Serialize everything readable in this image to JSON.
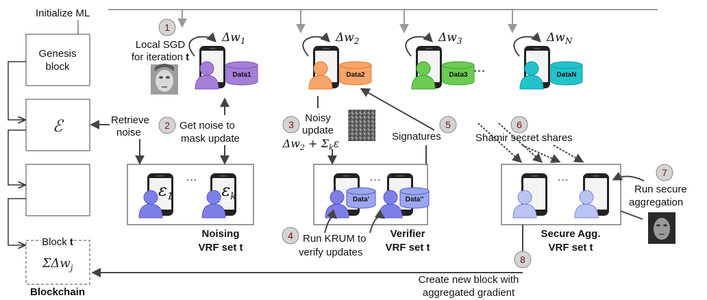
{
  "top_label": "Initialize ML",
  "blockchain": {
    "genesis_line1": "Genesis",
    "genesis_line2": "block",
    "noise_symbol": "ℰ",
    "block_t_prefix": "Block ",
    "block_t_bold": "t",
    "block_t_sum": "ΣΔw",
    "block_t_sub": "j",
    "label": "Blockchain"
  },
  "updates": [
    {
      "delta": "Δw",
      "sub": "1",
      "data": "Data1",
      "color": "#a57ed8",
      "dark": "#7a4fb8"
    },
    {
      "delta": "Δw",
      "sub": "2",
      "data": "Data2",
      "color": "#f7a56a",
      "dark": "#e07b35"
    },
    {
      "delta": "Δw",
      "sub": "3",
      "data": "Data3",
      "color": "#6ccb52",
      "dark": "#3e9f2b"
    },
    {
      "delta": "Δw",
      "sub": "N",
      "data": "DataN",
      "color": "#22c3cc",
      "dark": "#0b98a3"
    }
  ],
  "ellipsis": "···",
  "steps": [
    {
      "num": "1",
      "text_line1": "Local SGD",
      "text_line2": "for iteration ",
      "text_bold": "t"
    },
    {
      "num": "2",
      "left_line1": "Retrieve",
      "left_line2": "noise",
      "right_line1": "Get noise to",
      "right_line2": "mask update"
    },
    {
      "num": "3",
      "line1": "Noisy",
      "line2": "update",
      "math": "Δw",
      "math_sub": "2",
      "math_rest": " + Σ",
      "math_k": "k",
      "math_eps": "ε"
    },
    {
      "num": "4",
      "line1": "Run KRUM to",
      "line2": "verify updates"
    },
    {
      "num": "5",
      "text": "Signatures"
    },
    {
      "num": "6",
      "text": "Shamir secret shares"
    },
    {
      "num": "7",
      "line1": "Run secure",
      "line2": "aggregation"
    },
    {
      "num": "8",
      "line1": "Create new block with",
      "line2": "aggregated gradient"
    }
  ],
  "groups": {
    "noising": {
      "title": "Noising",
      "subtitle": "VRF set t",
      "eps": "ε",
      "sub1": "1",
      "subk": "k"
    },
    "verifier": {
      "title": "Verifier",
      "subtitle": "VRF set t",
      "data_a": "Data'",
      "data_b": "Data''"
    },
    "secure": {
      "title": "Secure Agg.",
      "subtitle": "VRF set t"
    }
  },
  "colors": {
    "worker": "#7d7fe6",
    "worker_dark": "#5557c8",
    "secure_worker": "#b9c5f0",
    "data_db": "#9aa6ef",
    "step_circle": "#d4d4d4"
  }
}
